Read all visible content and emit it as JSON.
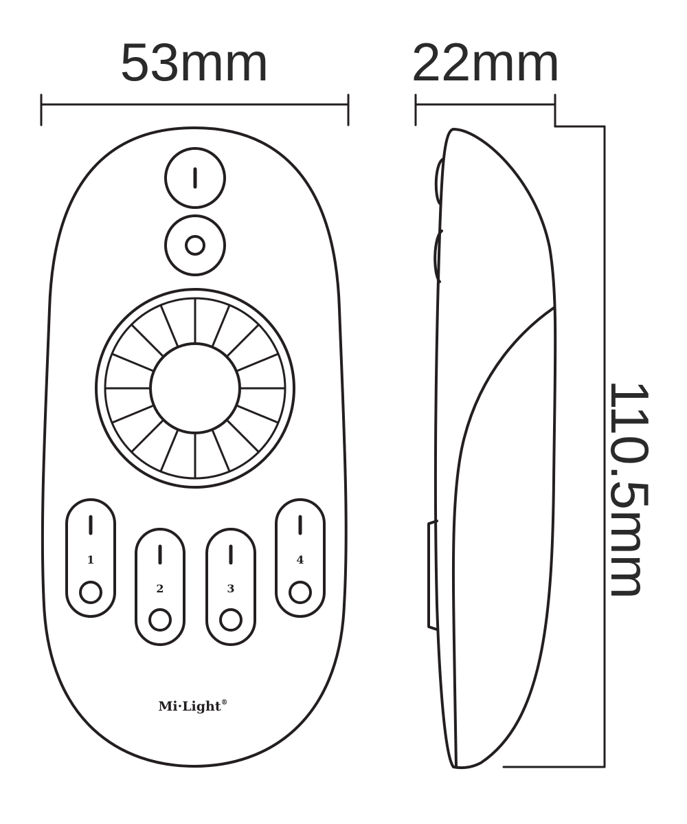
{
  "dimensions": {
    "width_label": "53mm",
    "depth_label": "22mm",
    "height_label": "110.5mm"
  },
  "remote": {
    "brand": "Mi·Light",
    "brand_mark": "®",
    "zone_buttons": [
      {
        "label": "1"
      },
      {
        "label": "2"
      },
      {
        "label": "3"
      },
      {
        "label": "4"
      }
    ],
    "wheel_segments": 16
  },
  "colors": {
    "line": "#231f20",
    "background": "#ffffff"
  }
}
